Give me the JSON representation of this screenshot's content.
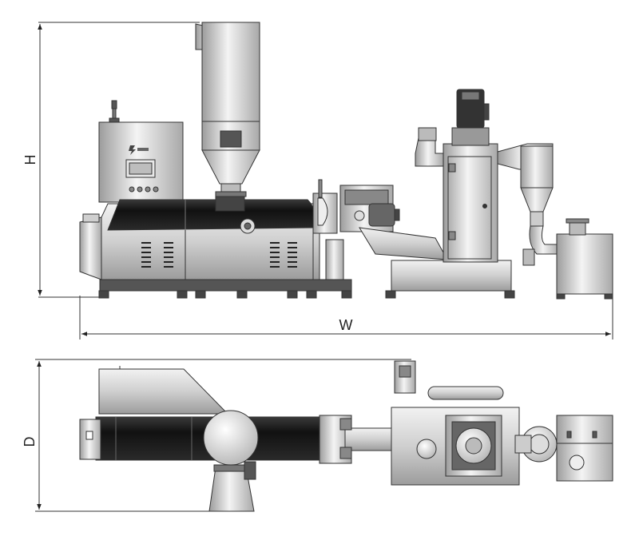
{
  "dimensions": {
    "height_label": "H",
    "width_label": "W",
    "depth_label": "D"
  },
  "colors": {
    "outline": "#333333",
    "dark_barrel": "#1e1e1e",
    "light_metal": "#d9d9d9",
    "mid_metal": "#a9a9a9",
    "background": "#ffffff"
  },
  "views": [
    "side-elevation",
    "top-plan"
  ],
  "icons": [
    "brand-logo-icon"
  ]
}
